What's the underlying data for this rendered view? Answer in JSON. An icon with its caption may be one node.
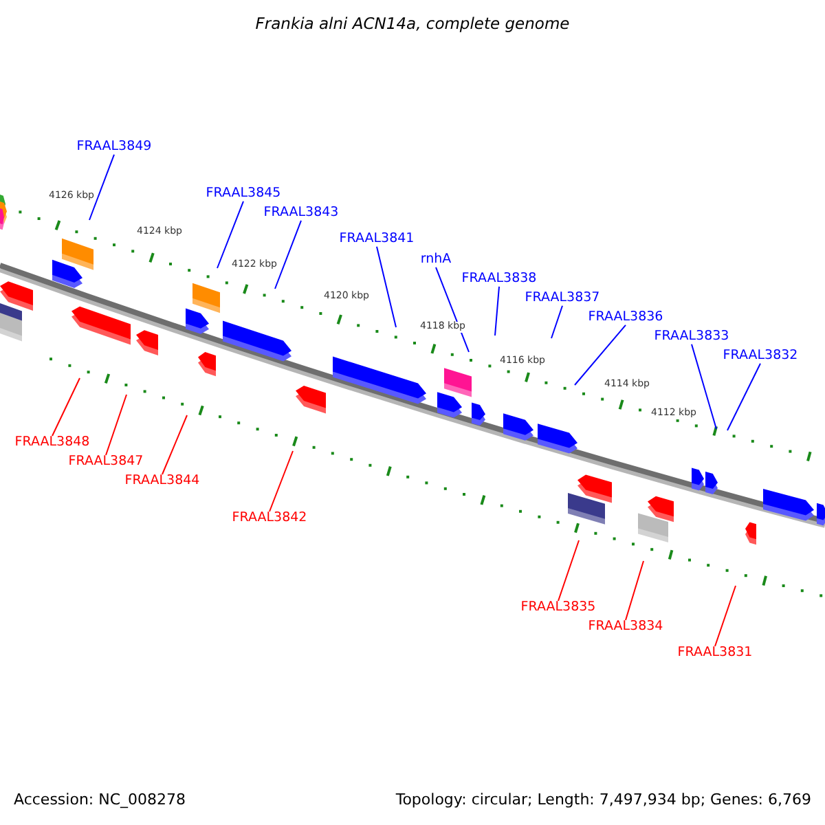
{
  "diagram": {
    "title": "Frankia alni ACN14a, complete genome",
    "nodes": [
      {
        "text": [
          "FRAAL3849"
        ]
      },
      {
        "text": [
          "FRAAL3845"
        ]
      },
      {
        "text": [
          "FRAAL3843"
        ]
      },
      {
        "text": [
          "FRAAL3841"
        ]
      },
      {
        "text": [
          "rnhA"
        ]
      },
      {
        "text": [
          "FRAAL3838"
        ]
      },
      {
        "text": [
          "FRAAL3837"
        ]
      },
      {
        "text": [
          "FRAAL3836"
        ]
      },
      {
        "text": [
          "FRAAL3833"
        ]
      },
      {
        "text": [
          "FRAAL3832"
        ]
      },
      {
        "text": [
          "FRAAL3848"
        ]
      },
      {
        "text": [
          "FRAAL3847"
        ]
      },
      {
        "text": [
          "FRAAL3844"
        ]
      },
      {
        "text": [
          "FRAAL3842"
        ]
      },
      {
        "text": [
          "FRAAL3835"
        ]
      },
      {
        "text": [
          "FRAAL3834"
        ]
      },
      {
        "text": [
          "FRAAL3831"
        ]
      }
    ],
    "edges": [
      {
        "from": 0,
        "to": null,
        "arrow": "none"
      },
      {
        "from": 1,
        "to": null,
        "arrow": "none"
      },
      {
        "from": 2,
        "to": null,
        "arrow": "none"
      },
      {
        "from": 3,
        "to": null,
        "arrow": "none"
      },
      {
        "from": 4,
        "to": null,
        "arrow": "none"
      },
      {
        "from": 5,
        "to": null,
        "arrow": "none"
      },
      {
        "from": 6,
        "to": null,
        "arrow": "none"
      },
      {
        "from": 7,
        "to": null,
        "arrow": "none"
      },
      {
        "from": 8,
        "to": null,
        "arrow": "none"
      },
      {
        "from": 9,
        "to": null,
        "arrow": "none"
      },
      {
        "from": 10,
        "to": null,
        "arrow": "none",
        "color": "#ff0000"
      },
      {
        "from": 11,
        "to": null,
        "arrow": "none",
        "color": "#ff0000"
      },
      {
        "from": 12,
        "to": null,
        "arrow": "none",
        "color": "#ff0000"
      },
      {
        "from": 13,
        "to": null,
        "arrow": "none",
        "color": "#ff0000"
      },
      {
        "from": 14,
        "to": null,
        "arrow": "none",
        "color": "#ff0000"
      },
      {
        "from": 15,
        "to": null,
        "arrow": "none",
        "color": "#ff0000"
      },
      {
        "from": 16,
        "to": null,
        "arrow": "none",
        "color": "#ff0000"
      }
    ],
    "labels": [
      "4126 kbp",
      "4124 kbp",
      "4122 kbp",
      "4120 kbp",
      "4118 kbp",
      "4116 kbp",
      "4114 kbp",
      "4112 kbp",
      "Accession: NC_008278",
      "Topology: circular; Length: 7,497,934 bp; Genes: 6,769"
    ]
  }
}
